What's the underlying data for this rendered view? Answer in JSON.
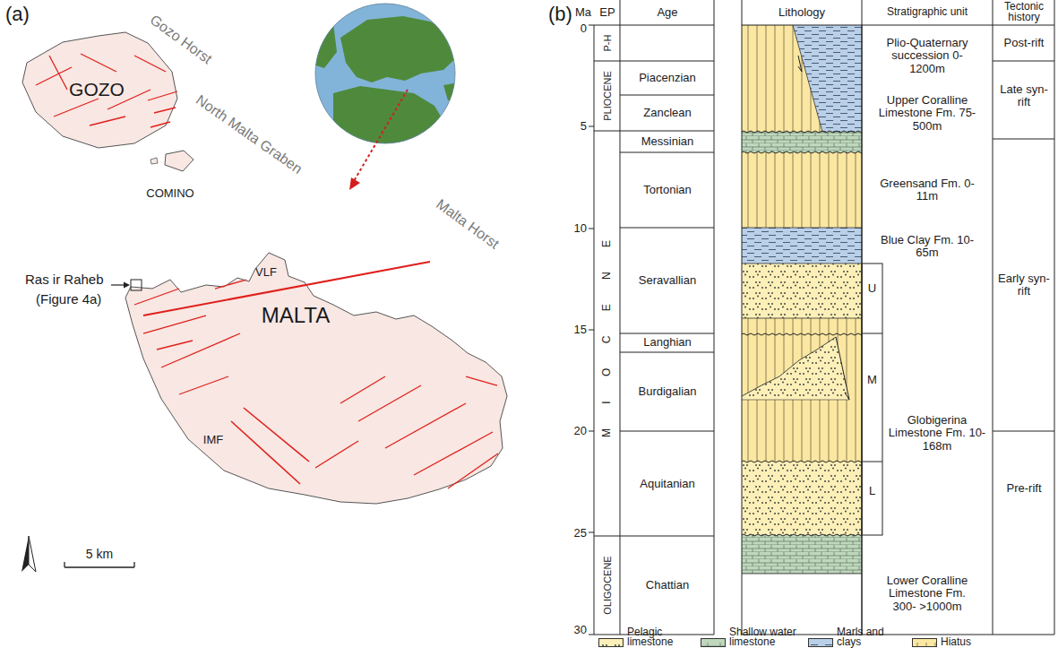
{
  "diagram": {
    "labels": [
      "(a)",
      "Gozo Horst",
      "GOZO",
      "North Malta Graben",
      "COMINO",
      "Malta Horst",
      "VLF",
      "Ras ir Raheb",
      "(Figure 4a)",
      "MALTA",
      "IMF",
      "5 km",
      "(b)",
      "Ma",
      "EP",
      "Age",
      "Lithology",
      "Stratigraphic unit",
      "Tectonic history",
      "0",
      "5",
      "10",
      "15",
      "20",
      "25",
      "30",
      "P-H",
      "PLIOCENE",
      "M I O C E N E",
      "OLIGOCENE",
      "Piacenzian",
      "Zanclean",
      "Messinian",
      "Tortonian",
      "Seravallian",
      "Langhian",
      "Burdigalian",
      "Aquitanian",
      "Chattian",
      "Plio-Quaternary succession 0-1200m",
      "Upper Coralline Limestone Fm. 75-500m",
      "Greensand Fm. 0-11m",
      "Blue Clay Fm. 10-65m",
      "Globigerina Limestone Fm. 10-168m",
      "Lower Coralline Limestone Fm. 300- >1000m",
      "U",
      "M",
      "L",
      "Post-rift",
      "Late syn-rift",
      "Early syn-rift",
      "Pre-rift"
    ],
    "legend": [
      {
        "text": "Pelagic limestone",
        "color": "#fcf0b8"
      },
      {
        "text": "Shallow water limestone",
        "color": "#bfd8bd"
      },
      {
        "text": "Marls and clays",
        "color": "#b9d0e8"
      },
      {
        "text": "Hiatus",
        "color": "#fbe7a1"
      }
    ]
  }
}
